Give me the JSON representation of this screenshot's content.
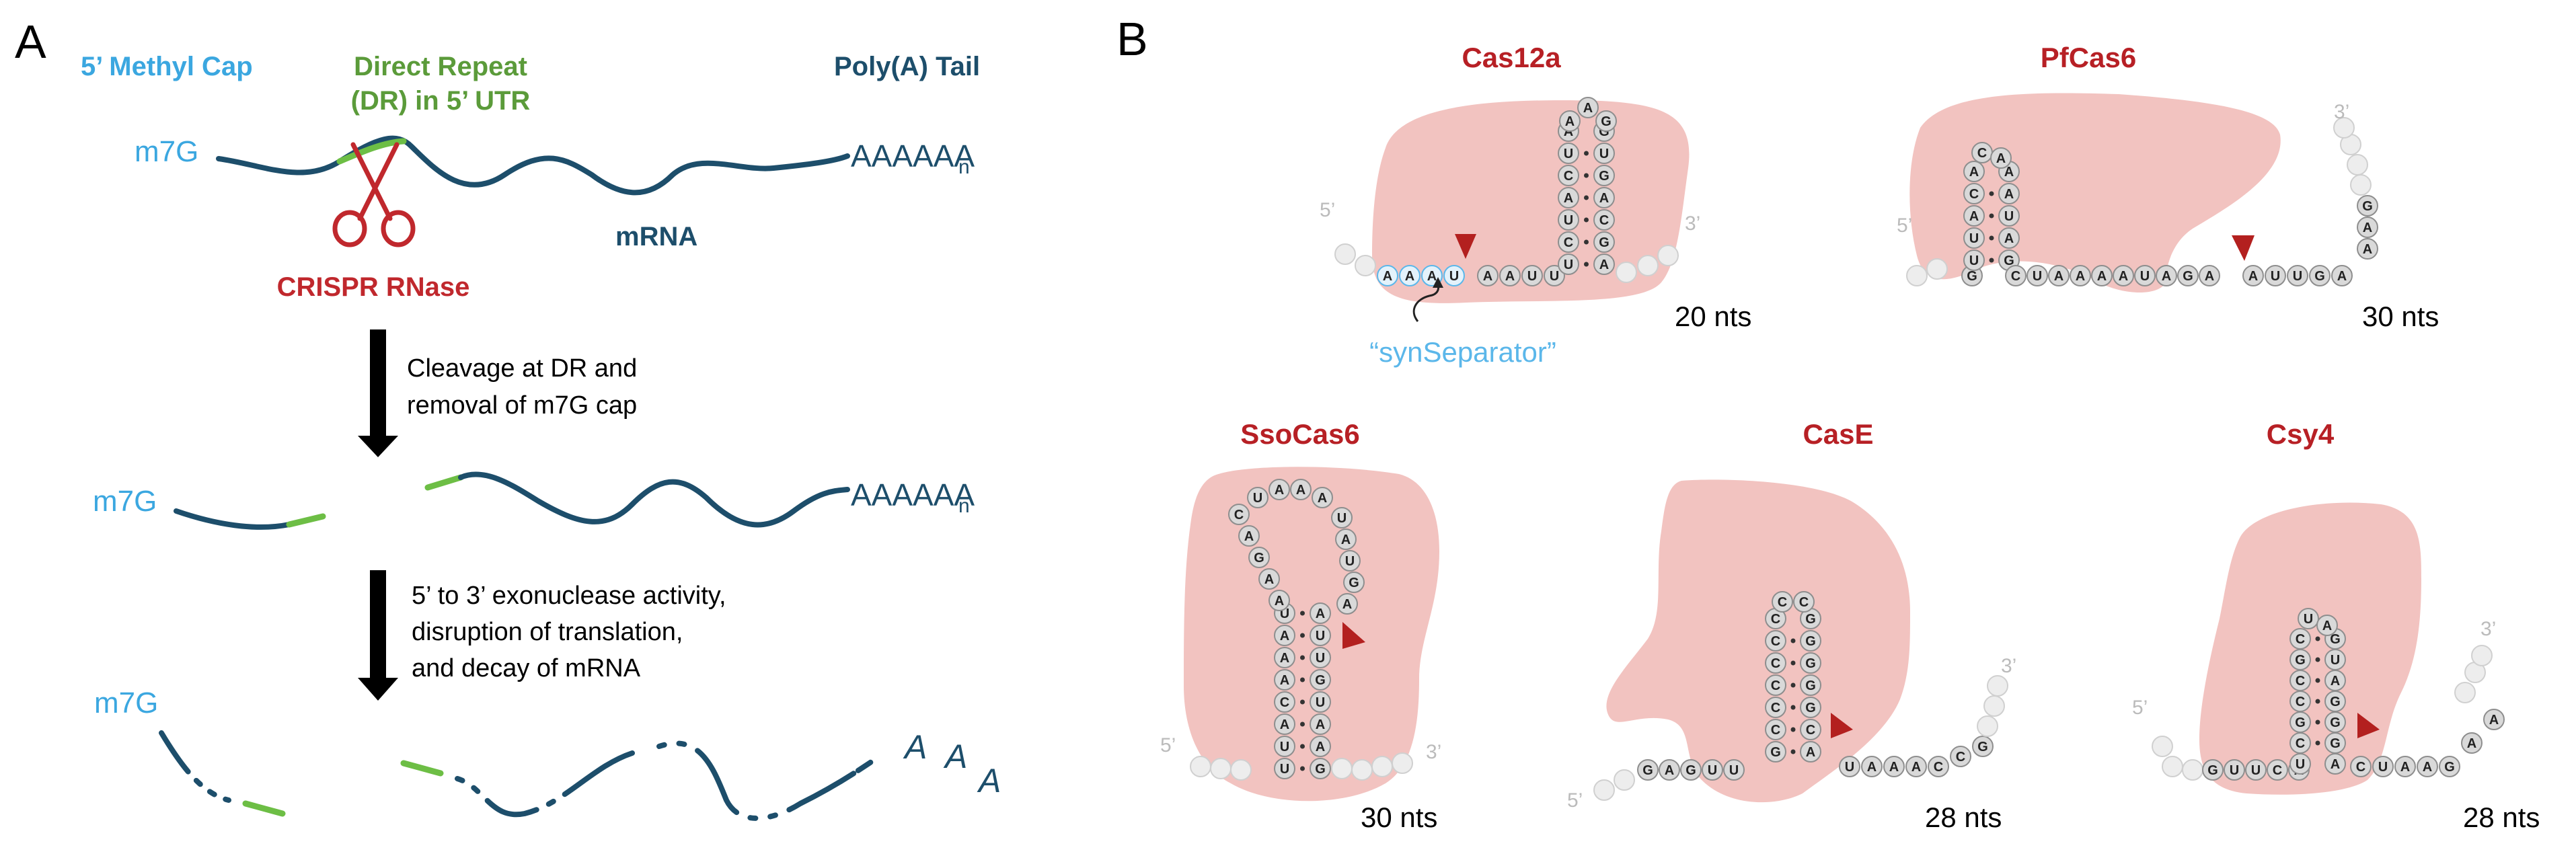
{
  "panel_a": {
    "letter": "A",
    "cap_label": "5’ Methyl Cap",
    "dr_label_1": "Direct Repeat",
    "dr_label_2": "(DR) in 5’ UTR",
    "tail_label": "Poly(A) Tail",
    "m7g": "m7G",
    "polya": "AAAAAA",
    "polya_sub": "n",
    "mrna_label": "mRNA",
    "rnase_label": "CRISPR RNase",
    "step1_line1": "Cleavage at DR and",
    "step1_line2": "removal of m7G cap",
    "step2_line1": "5’ to 3’ exonuclease activity,",
    "step2_line2": "disruption of translation,",
    "step2_line3": "and decay of mRNA",
    "decay_a": "A",
    "colors": {
      "cap_blue": "#3BA7E0",
      "dr_green": "#6DBE45",
      "mrna_navy": "#1D4E6B",
      "rnase_red": "#C0282D"
    }
  },
  "panel_b": {
    "letter": "B",
    "five_prime": "5’",
    "three_prime": "3’",
    "enzymes": [
      {
        "name": "Cas12a",
        "length": "20 nts",
        "annotation": "“synSeparator”",
        "separator_nts": [
          "A",
          "A",
          "A",
          "U"
        ],
        "flank_nts": [
          "A",
          "A",
          "U",
          "U"
        ],
        "stem_left": [
          "A",
          "U",
          "C",
          "A",
          "U",
          "C",
          "U"
        ],
        "stem_right": [
          "G",
          "U",
          "G",
          "A",
          "C",
          "G",
          "A"
        ],
        "loop": [
          "A",
          "A",
          "G"
        ]
      },
      {
        "name": "PfCas6",
        "length": "30 nts",
        "hairpin_left": [
          "A",
          "C",
          "A",
          "U",
          "U"
        ],
        "hairpin_right": [
          "A",
          "A",
          "U",
          "A",
          "G"
        ],
        "loop": [
          "C",
          "A"
        ],
        "stem_5": "G",
        "linear": [
          "C",
          "U",
          "A",
          "A",
          "A",
          "A",
          "U",
          "A",
          "G",
          "A"
        ],
        "after_cut": [
          "A",
          "U",
          "U",
          "G",
          "A"
        ],
        "tail": [
          "A",
          "A",
          "G"
        ]
      },
      {
        "name": "SsoCas6",
        "length": "30 nts",
        "loop_left": [
          "C",
          "A",
          "G",
          "A",
          "A"
        ],
        "loop_top": [
          "U",
          "A",
          "A",
          "A"
        ],
        "loop_right": [
          "U",
          "A",
          "U",
          "G",
          "A"
        ],
        "stem_left": [
          "U",
          "A",
          "A",
          "A",
          "C",
          "A",
          "U",
          "U"
        ],
        "stem_right": [
          "A",
          "U",
          "U",
          "G",
          "U",
          "A",
          "A",
          "G"
        ]
      },
      {
        "name": "CasE",
        "length": "28 nts",
        "linear_5": [
          "G",
          "A",
          "G",
          "U",
          "U"
        ],
        "stem_left": [
          "C",
          "C",
          "C",
          "C",
          "C",
          "C",
          "G"
        ],
        "stem_right": [
          "G",
          "G",
          "G",
          "G",
          "G",
          "C",
          "A"
        ],
        "loop": [
          "C",
          "C"
        ],
        "linear_3": [
          "U",
          "A",
          "A",
          "A",
          "C",
          "C",
          "G"
        ]
      },
      {
        "name": "Csy4",
        "length": "28 nts",
        "linear_5": [
          "G",
          "U",
          "U",
          "C",
          "A"
        ],
        "stem_left": [
          "C",
          "G",
          "C",
          "C",
          "G",
          "C",
          "U"
        ],
        "stem_right": [
          "G",
          "U",
          "A",
          "G",
          "G",
          "G",
          "A"
        ],
        "loop": [
          "U",
          "A"
        ],
        "linear_3": [
          "C",
          "U",
          "A",
          "A",
          "G",
          "A",
          "A"
        ]
      }
    ],
    "colors": {
      "title_red": "#B72025",
      "blob_pink": "#F2C3C0",
      "nt_gray": "#D9D9D9",
      "nt_faint": "#EDEDED",
      "sep_blue": "#5BB7EA",
      "cut_red": "#B3201F"
    }
  }
}
